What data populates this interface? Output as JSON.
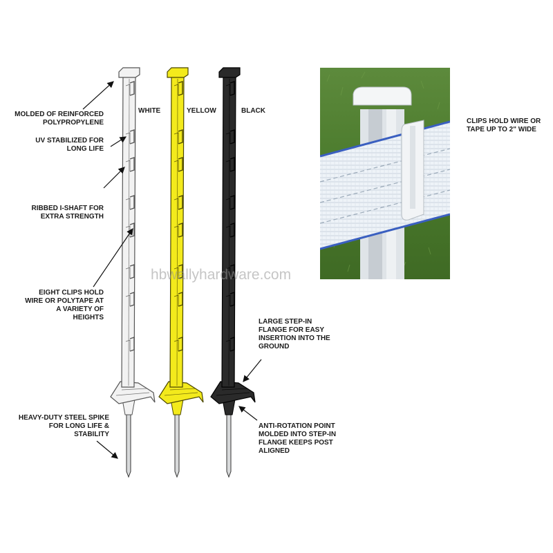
{
  "posts": [
    {
      "name": "WHITE",
      "color": "#f2f2f2",
      "stroke": "#555555"
    },
    {
      "name": "YELLOW",
      "color": "#f3ea1c",
      "stroke": "#4a4600"
    },
    {
      "name": "BLACK",
      "color": "#2a2a2a",
      "stroke": "#000000"
    }
  ],
  "labels": {
    "material": "MOLDED OF REINFORCED POLYPROPYLENE",
    "uv": "UV STABILIZED FOR LONG LIFE",
    "shaft": "RIBBED I-SHAFT FOR EXTRA STRENGTH",
    "clips": "EIGHT CLIPS HOLD WIRE OR POLYTAPE AT A VARIETY OF HEIGHTS",
    "spike": "HEAVY-DUTY STEEL SPIKE FOR LONG LIFE & STABILITY",
    "flange": "LARGE STEP-IN FLANGE FOR EASY INSERTION INTO THE GROUND",
    "antirotation": "ANTI-ROTATION POINT MOLDED INTO STEP-IN FLANGE KEEPS POST ALIGNED",
    "clip_photo": "CLIPS HOLD WIRE OR TAPE UP TO 2\" WIDE"
  },
  "watermark": "hbwallyhardware.com"
}
